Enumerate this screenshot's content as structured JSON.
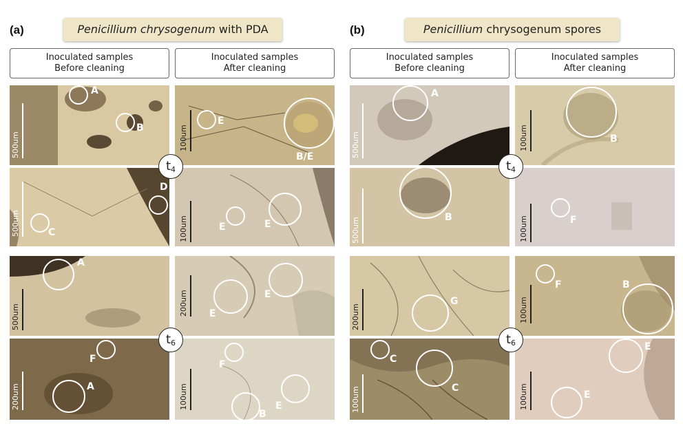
{
  "panels": [
    {
      "label": "(a)",
      "title_italic": "Penicillium chrysogenum",
      "title_rest": " with PDA"
    },
    {
      "label": "(b)",
      "title_italic": "Penicillium",
      "title_rest": " chrysogenum spores"
    }
  ],
  "headers": {
    "before_line1": "Inoculated samples",
    "before_line2": "Before cleaning",
    "after_line1": "Inoculated samples",
    "after_line2": "After cleaning"
  },
  "time_badges": {
    "t4_base": "t",
    "t4_sub": "4",
    "t6_base": "t",
    "t6_sub": "6"
  },
  "scales": {
    "s500": "500um",
    "s200": "200um",
    "s100": "100um"
  },
  "markers": {
    "a_before_t4_top": [
      "A",
      "B"
    ],
    "a_after_t4_top": [
      "E",
      "B/E"
    ],
    "a_before_t4_bot": [
      "D",
      "C"
    ],
    "a_after_t4_bot": [
      "E",
      "E"
    ],
    "a_before_t6_top": [
      "A"
    ],
    "a_after_t6_top": [
      "E",
      "E"
    ],
    "a_before_t6_bot": [
      "F",
      "A"
    ],
    "a_after_t6_bot": [
      "F",
      "E",
      "B"
    ],
    "b_before_t4_top": [
      "A"
    ],
    "b_after_t4_top": [
      "B"
    ],
    "b_before_t4_bot": [
      "B"
    ],
    "b_after_t4_bot": [
      "F"
    ],
    "b_before_t6_top": [
      "G"
    ],
    "b_after_t6_top": [
      "F",
      "B"
    ],
    "b_before_t6_bot": [
      "C",
      "C"
    ],
    "b_after_t6_bot": [
      "E",
      "E"
    ]
  }
}
